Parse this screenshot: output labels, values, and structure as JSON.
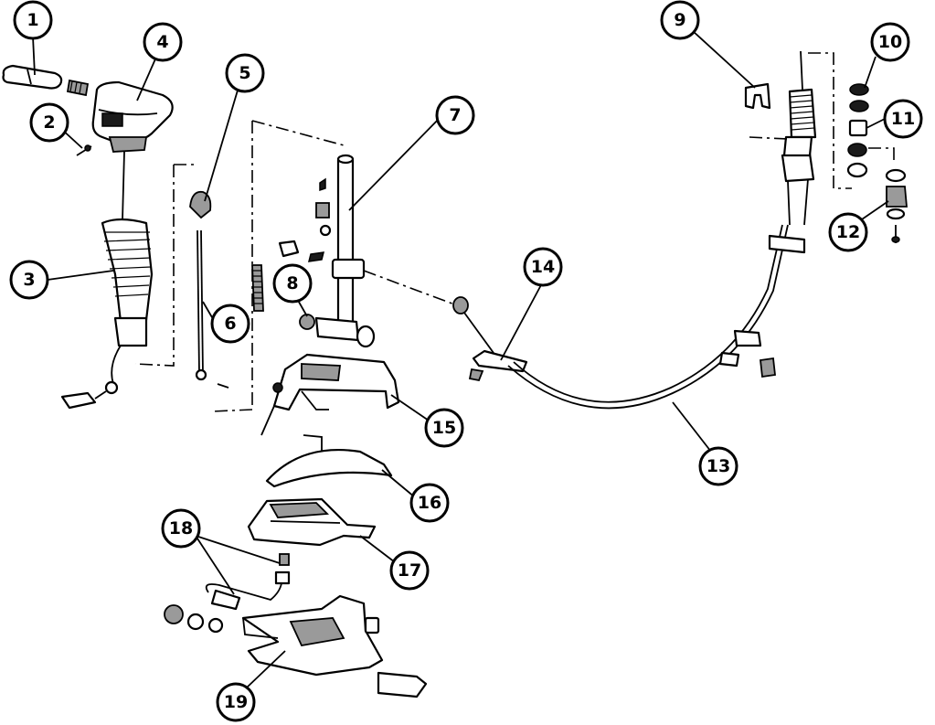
{
  "figure": {
    "callouts": [
      {
        "id": "callout-1",
        "label": "1"
      },
      {
        "id": "callout-2",
        "label": "2"
      },
      {
        "id": "callout-3",
        "label": "3"
      },
      {
        "id": "callout-4",
        "label": "4"
      },
      {
        "id": "callout-5",
        "label": "5"
      },
      {
        "id": "callout-6",
        "label": "6"
      },
      {
        "id": "callout-7",
        "label": "7"
      },
      {
        "id": "callout-8",
        "label": "8"
      },
      {
        "id": "callout-9",
        "label": "9"
      },
      {
        "id": "callout-10",
        "label": "10"
      },
      {
        "id": "callout-11",
        "label": "11"
      },
      {
        "id": "callout-12",
        "label": "12"
      },
      {
        "id": "callout-13",
        "label": "13"
      },
      {
        "id": "callout-14",
        "label": "14"
      },
      {
        "id": "callout-15",
        "label": "15"
      },
      {
        "id": "callout-16",
        "label": "16"
      },
      {
        "id": "callout-17",
        "label": "17"
      },
      {
        "id": "callout-18",
        "label": "18"
      },
      {
        "id": "callout-19",
        "label": "19"
      }
    ]
  }
}
